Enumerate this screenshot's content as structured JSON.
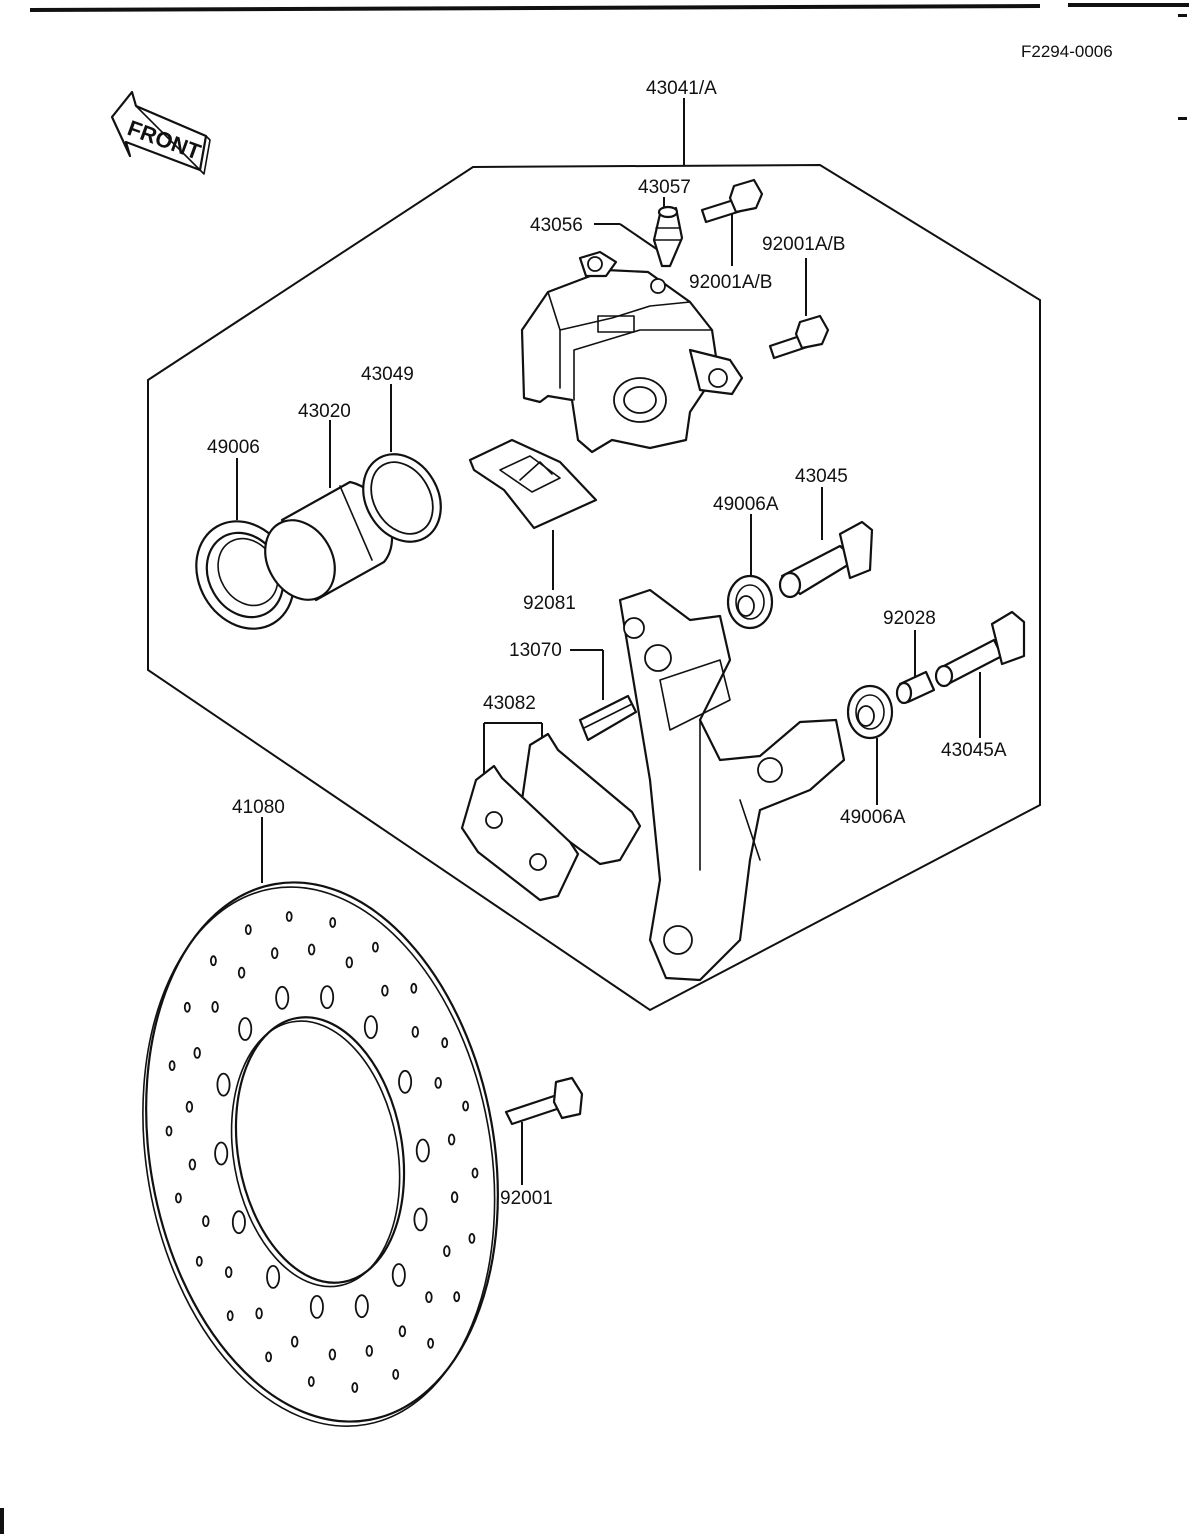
{
  "document": {
    "code": "F2294-0006"
  },
  "front_arrow": {
    "label": "FRONT"
  },
  "callouts": {
    "c43041A": "43041/A",
    "c43057": "43057",
    "c43056": "43056",
    "c92001AB_1": "92001A/B",
    "c92001AB_2": "92001A/B",
    "c43049": "43049",
    "c43020": "43020",
    "c49006": "49006",
    "c43045": "43045",
    "c49006A_1": "49006A",
    "c92081": "92081",
    "c92028": "92028",
    "c13070": "13070",
    "c43082": "43082",
    "c43045A": "43045A",
    "c49006A_2": "49006A",
    "c41080": "41080",
    "c92001": "92001"
  }
}
